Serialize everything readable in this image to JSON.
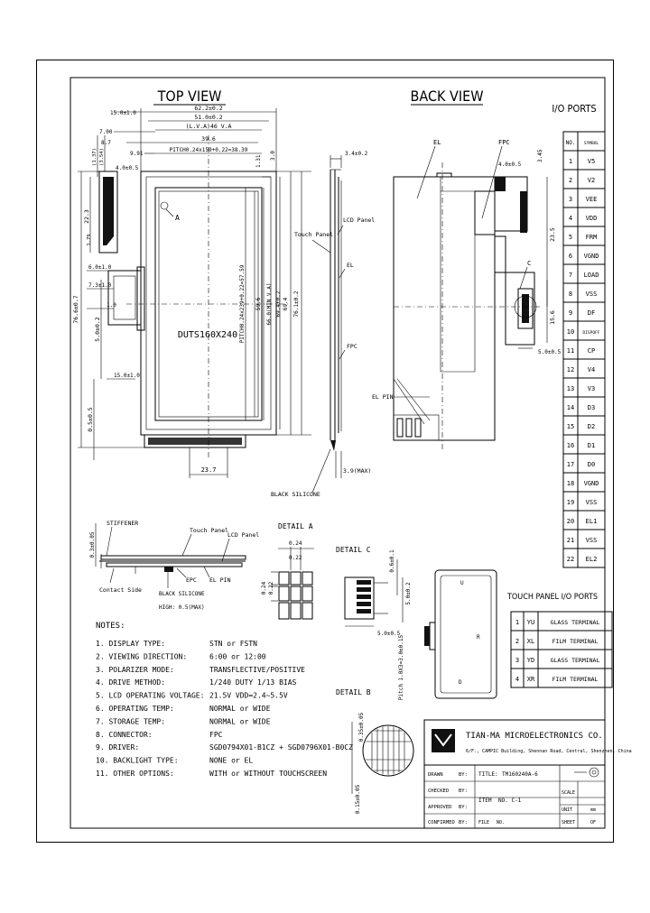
{
  "top_view": {
    "title": "TOP VIEW",
    "dims_top": [
      "62.2±0.2",
      "51.0±0.2",
      "(L.V.A)46 V.A",
      "39.6",
      "PITCH0.24x159+0.22=38.39"
    ],
    "dims_left_small": [
      "15.0±1.0",
      "7.00",
      "8.7",
      "9.91"
    ],
    "dims_right": [
      "1.31",
      "3.0"
    ],
    "dims_vertical_right": [
      "PITCH0.24x239+0.22=57.59",
      "59.6",
      "66.0(MIN V.A)",
      "69.4±0.2",
      "69.4",
      "76.1±0.2"
    ],
    "dims_vertical_left": [
      "76.6±0.7",
      "22.3",
      "5.0±0.2",
      "0.5±0.5",
      "(1.37)",
      "(3.54)",
      "1.79"
    ],
    "dims_left_h": [
      "4.0±0.5",
      "6.0±1.0",
      "7.3±1.0",
      "15.0±1.0",
      "1.0"
    ],
    "module_label": "DUTS160X240",
    "detail_marker": "A",
    "dim_bottom": "23.7"
  },
  "back_view": {
    "title": "BACK VIEW",
    "labels": [
      "EL",
      "FPC",
      "Touch Panel",
      "LCD Panel",
      "EL",
      "FPC",
      "EL PIN",
      "BLACK SILICONE",
      "C"
    ],
    "dims": [
      "3.4±0.2",
      "4.0±0.5",
      "3.45",
      "23.5",
      "15.6",
      "5.0±0.5",
      "3.9(MAX)"
    ]
  },
  "io_ports": {
    "title": "I/O PORTS",
    "headers": [
      "NO.",
      "SYMBOL"
    ],
    "rows": [
      [
        "1",
        "V5"
      ],
      [
        "2",
        "V2"
      ],
      [
        "3",
        "VEE"
      ],
      [
        "4",
        "VDD"
      ],
      [
        "5",
        "FRM"
      ],
      [
        "6",
        "VGND"
      ],
      [
        "7",
        "LOAD"
      ],
      [
        "8",
        "VSS"
      ],
      [
        "9",
        "DF"
      ],
      [
        "10",
        "DISPOFF"
      ],
      [
        "11",
        "CP"
      ],
      [
        "12",
        "V4"
      ],
      [
        "13",
        "V3"
      ],
      [
        "14",
        "D3"
      ],
      [
        "15",
        "D2"
      ],
      [
        "16",
        "D1"
      ],
      [
        "17",
        "D0"
      ],
      [
        "18",
        "VGND"
      ],
      [
        "19",
        "VSS"
      ],
      [
        "20",
        "EL1"
      ],
      [
        "21",
        "VSS"
      ],
      [
        "22",
        "EL2"
      ]
    ]
  },
  "section_view": {
    "labels": [
      "STIFFENER",
      "Touch Panel",
      "LCD Panel",
      "Contact Side",
      "BLACK SILICONE",
      "HIGH: 0.5(MAX)",
      "EPC",
      "EL PIN"
    ],
    "dim": "0.3±0.05"
  },
  "detail_a": {
    "title": "DETAIL A",
    "dims": [
      "0.24",
      "0.22",
      "0.24",
      "0.22"
    ]
  },
  "detail_c": {
    "title": "DETAIL C",
    "dims": [
      "0.6±0.1",
      "5.0±0.2",
      "5.0±0.5",
      "Pitch 1.0X3=3.0±0.15"
    ]
  },
  "detail_b": {
    "title": "DETAIL B",
    "dims": [
      "0.35±0.05",
      "0.15±0.05"
    ]
  },
  "touch_panel": {
    "title": "TOUCH PANEL I/O PORTS",
    "rows": [
      [
        "1",
        "YU",
        "GLASS TERMINAL"
      ],
      [
        "2",
        "XL",
        "FILM TERMINAL"
      ],
      [
        "3",
        "YD",
        "GLASS TERMINAL"
      ],
      [
        "4",
        "XR",
        "FILM TERMINAL"
      ]
    ]
  },
  "notes": {
    "title": "NOTES:",
    "items": [
      [
        "1. DISPLAY TYPE:",
        "STN or FSTN"
      ],
      [
        "2. VIEWING DIRECTION:",
        "6:00 or 12:00"
      ],
      [
        "3. POLARIZER MODE:",
        "TRANSFLECTIVE/POSITIVE"
      ],
      [
        "4. DRIVE METHOD:",
        "1/240 DUTY 1/13 BIAS"
      ],
      [
        "5. LCD OPERATING VOLTAGE:",
        "21.5V    VDD=2.4~5.5V"
      ],
      [
        "6. OPERATING TEMP:",
        "NORMAL or WIDE"
      ],
      [
        "7. STORAGE TEMP:",
        "NORMAL or WIDE"
      ],
      [
        "8. CONNECTOR:",
        "FPC"
      ],
      [
        "9. DRIVER:",
        "SGD0794X01-B1CZ + SGD0796X01-B0CZ"
      ],
      [
        "10. BACKLIGHT TYPE:",
        "NONE or EL"
      ],
      [
        "11. OTHER OPTIONS:",
        "WITH or WITHOUT TOUCHSCREEN"
      ]
    ]
  },
  "title_block": {
    "company": "TIAN-MA MICROELECTRONICS CO.",
    "address": "6/F., CAMPIC Building, Shennan Road, Central, Shenzhen, China",
    "rows": [
      [
        "DRAWN",
        "BY:"
      ],
      [
        "CHECKED",
        "BY:"
      ],
      [
        "APPROVED",
        "BY:"
      ],
      [
        "CONFIRMED",
        "BY:"
      ]
    ],
    "title_label": "TITLE:",
    "title_value": "TM160240A-6",
    "item_label": "ITEM",
    "item_value": "NO. C-1",
    "scale_label": "SCALE",
    "unit_label": "UNIT",
    "unit_value": "mm",
    "file_label": "FILE",
    "file_value": "NO.",
    "sheet_label": "SHEET",
    "sheet_value": "OF"
  }
}
